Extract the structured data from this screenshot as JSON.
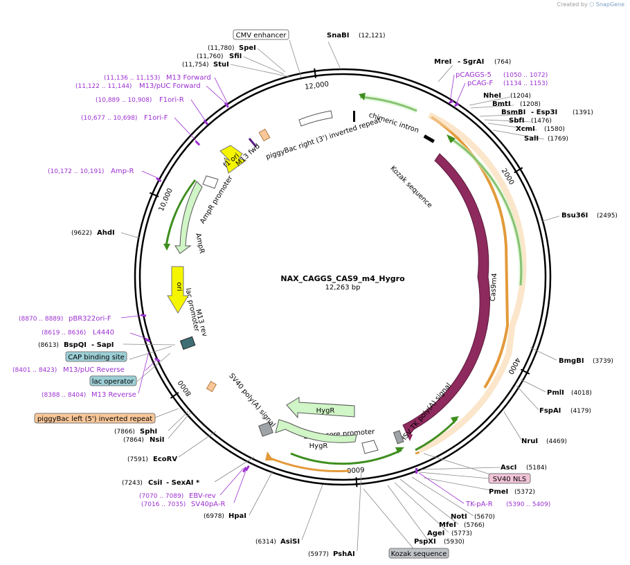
{
  "credit": {
    "text": "Created by",
    "brand": "SnapGene"
  },
  "plasmid": {
    "name": "NAX_CAGGS_CAS9_m4_Hygro",
    "size": "12,263 bp",
    "length": 12263
  },
  "ticks": [
    {
      "label": "2000",
      "pos": 2000
    },
    {
      "label": "4000",
      "pos": 4000
    },
    {
      "label": "6000",
      "pos": 6000
    },
    {
      "label": "8000",
      "pos": 8000
    },
    {
      "label": "10,000",
      "pos": 10000
    },
    {
      "label": "12,000",
      "pos": 12000
    }
  ],
  "sites": [
    {
      "name": "SnaBI",
      "pos": "(12,121)"
    },
    {
      "name": "MreI",
      "extra": "- SgrAI",
      "pos": "(764)"
    },
    {
      "name": "NheI",
      "pos": "(1204)"
    },
    {
      "name": "BmtI",
      "pos": "(1208)"
    },
    {
      "name": "BsmBI",
      "extra": "- Esp3I",
      "pos": "(1391)"
    },
    {
      "name": "SbfI",
      "pos": "(1476)"
    },
    {
      "name": "XcmI",
      "pos": "(1580)"
    },
    {
      "name": "SalI",
      "pos": "(1769)"
    },
    {
      "name": "Bsu36I",
      "pos": "(2495)"
    },
    {
      "name": "BmgBI",
      "pos": "(3739)"
    },
    {
      "name": "PmlI",
      "pos": "(4018)"
    },
    {
      "name": "FspAI",
      "pos": "(4179)"
    },
    {
      "name": "NruI",
      "pos": "(4469)"
    },
    {
      "name": "AscI",
      "pos": "(5184)"
    },
    {
      "name": "PmeI",
      "pos": "(5372)"
    },
    {
      "name": "NotI",
      "pos": "(5670)"
    },
    {
      "name": "MfeI",
      "pos": "(5766)"
    },
    {
      "name": "AgeI",
      "pos": "(5773)"
    },
    {
      "name": "PspXI",
      "pos": "(5930)"
    },
    {
      "name": "PshAI",
      "pos": "(5977)"
    },
    {
      "name": "AsiSI",
      "pos": "(6314)"
    },
    {
      "name": "HpaI",
      "pos": "(6978)"
    },
    {
      "name": "CsiI",
      "extra": "- SexAI *",
      "pos": "(7243)"
    },
    {
      "name": "EcoRV",
      "pos": "(7591)"
    },
    {
      "name": "NsiI",
      "pos": "(7864)"
    },
    {
      "name": "SphI",
      "pos": "(7866)"
    },
    {
      "name": "BspQI",
      "extra": "- SapI",
      "pos": "(8613)"
    },
    {
      "name": "AhdI",
      "pos": "(9622)"
    },
    {
      "name": "StuI",
      "pos": "(11,754)"
    },
    {
      "name": "SfiI",
      "pos": "(11,760)"
    },
    {
      "name": "SpeI",
      "pos": "(11,780)"
    }
  ],
  "primers": [
    {
      "name": "pCAGGS-5",
      "pos": "(1050 .. 1072)"
    },
    {
      "name": "pCAG-F",
      "pos": "(1134 .. 1153)"
    },
    {
      "name": "TK-pA-R",
      "pos": "(5390 .. 5409)"
    },
    {
      "name": "SV40pA-R",
      "pos": "(7016 .. 7035)"
    },
    {
      "name": "EBV-rev",
      "pos": "(7070 .. 7089)"
    },
    {
      "name": "M13 Reverse",
      "pos": "(8388 .. 8404)"
    },
    {
      "name": "M13/pUC Reverse",
      "pos": "(8401 .. 8423)"
    },
    {
      "name": "L4440",
      "pos": "(8619 .. 8636)"
    },
    {
      "name": "pBR322ori-F",
      "pos": "(8870 .. 8889)"
    },
    {
      "name": "Amp-R",
      "pos": "(10,172 .. 10,191)"
    },
    {
      "name": "F1ori-F",
      "pos": "(10,677 .. 10,698)"
    },
    {
      "name": "F1ori-R",
      "pos": "(10,889 .. 10,908)"
    },
    {
      "name": "M13/pUC Forward",
      "pos": "(11,122 .. 11,144)"
    },
    {
      "name": "M13 Forward",
      "pos": "(11,136 .. 11,153)"
    }
  ],
  "boxed_features": [
    {
      "name": "CMV enhancer",
      "color": "#ffffff"
    },
    {
      "name": "SV40 NLS",
      "color": "#f2c4d8"
    },
    {
      "name": "Kozak sequence",
      "color": "#c0c4c8"
    },
    {
      "name": "piggyBac left (5') inverted repeat",
      "color": "#f9c79a"
    },
    {
      "name": "lac operator",
      "color": "#9ccfd6"
    },
    {
      "name": "CAP binding site",
      "color": "#9ccfd6"
    }
  ],
  "inner_labels": {
    "chimeric_intron": "chimeric intron",
    "kozak": "Kozak sequence",
    "cas9": "Cas9m4",
    "hsv": "HSV TK poly(A) signal",
    "ef1a": "EF-1α core promoter",
    "hygr1": "HygR",
    "hygr2": "HygR",
    "sv40pa": "SV40 poly(A) signal",
    "m13rev": "M13 rev",
    "lacprom": "lac promoter",
    "ori": "ori",
    "ampr": "AmpR",
    "amprprom": "AmpR promoter",
    "f1ori": "f1 ori",
    "m13fwd": "M13 fwd",
    "piggybac_right": "piggyBac right (3') inverted repeat"
  },
  "colors": {
    "cas9": "#8e2a5e",
    "green_arrow": "#3e8e1e",
    "orange_band": "#e39a3a",
    "yellow": "#f5f500",
    "primer": "#9b2fd0",
    "pale_green": "#d0f5c6"
  }
}
